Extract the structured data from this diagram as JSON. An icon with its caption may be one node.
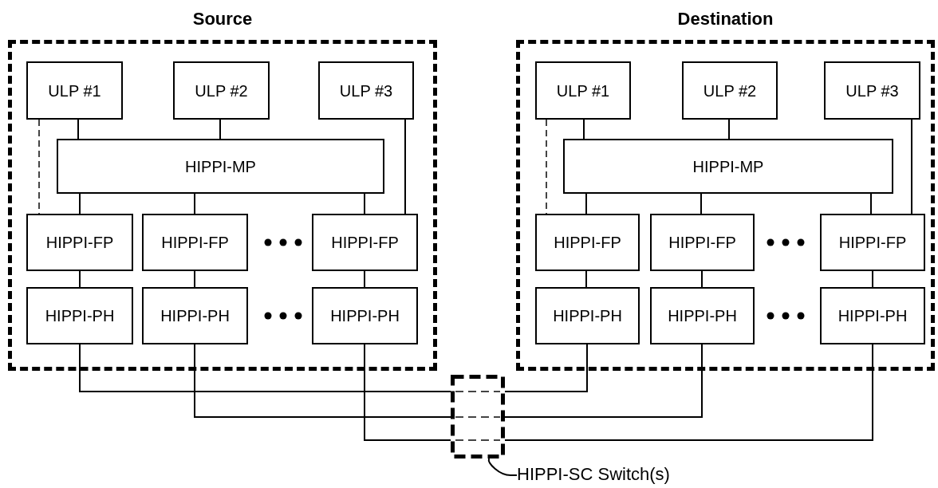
{
  "diagram": {
    "nodes": [
      {
        "text": [
          "Source"
        ]
      },
      {
        "text": [
          "ULP #1"
        ],
        "in": 0
      },
      {
        "text": [
          "ULP #2"
        ],
        "in": 0
      },
      {
        "text": [
          "ULP #3"
        ],
        "in": 0
      },
      {
        "text": [
          "HIPPI-MP"
        ],
        "in": 0
      },
      {
        "text": [
          "HIPPI-FP"
        ],
        "in": 0
      },
      {
        "text": [
          "HIPPI-FP"
        ],
        "in": 0
      },
      {
        "text": [
          "HIPPI-FP"
        ],
        "in": 0
      },
      {
        "text": [
          "HIPPI-PH"
        ],
        "in": 0
      },
      {
        "text": [
          "HIPPI-PH"
        ],
        "in": 0
      },
      {
        "text": [
          "HIPPI-PH"
        ],
        "in": 0
      },
      {
        "text": [
          "Destination"
        ]
      },
      {
        "text": [
          "ULP #1"
        ],
        "in": 11
      },
      {
        "text": [
          "ULP #2"
        ],
        "in": 11
      },
      {
        "text": [
          "ULP #3"
        ],
        "in": 11
      },
      {
        "text": [
          "HIPPI-MP"
        ],
        "in": 11
      },
      {
        "text": [
          "HIPPI-FP"
        ],
        "in": 11
      },
      {
        "text": [
          "HIPPI-FP"
        ],
        "in": 11
      },
      {
        "text": [
          "HIPPI-FP"
        ],
        "in": 11
      },
      {
        "text": [
          "HIPPI-PH"
        ],
        "in": 11
      },
      {
        "text": [
          "HIPPI-PH"
        ],
        "in": 11
      },
      {
        "text": [
          "HIPPI-PH"
        ],
        "in": 11
      },
      {
        "text": [],
        "shape": "box"
      },
      {
        "text": [
          "HIPPI-SC Switch(s)"
        ]
      }
    ],
    "edges": [
      {
        "from": 1,
        "to": 4,
        "arrow": "none"
      },
      {
        "from": 2,
        "to": 4,
        "arrow": "none"
      },
      {
        "from": 1,
        "to": 5,
        "arrow": "none",
        "style": "dashed",
        "color": "#444444"
      },
      {
        "from": 3,
        "to": 7,
        "arrow": "none"
      },
      {
        "from": 4,
        "to": 5,
        "arrow": "none"
      },
      {
        "from": 4,
        "to": 6,
        "arrow": "none"
      },
      {
        "from": 4,
        "to": 7,
        "arrow": "none"
      },
      {
        "from": 5,
        "to": 8,
        "arrow": "none"
      },
      {
        "from": 6,
        "to": 9,
        "arrow": "none"
      },
      {
        "from": 7,
        "to": 10,
        "arrow": "none"
      },
      {
        "from": 12,
        "to": 15,
        "arrow": "none"
      },
      {
        "from": 13,
        "to": 15,
        "arrow": "none"
      },
      {
        "from": 12,
        "to": 16,
        "arrow": "none",
        "style": "dashed",
        "color": "#444444"
      },
      {
        "from": 14,
        "to": 18,
        "arrow": "none"
      },
      {
        "from": 15,
        "to": 16,
        "arrow": "none"
      },
      {
        "from": 15,
        "to": 17,
        "arrow": "none"
      },
      {
        "from": 15,
        "to": 18,
        "arrow": "none"
      },
      {
        "from": 16,
        "to": 19,
        "arrow": "none"
      },
      {
        "from": 17,
        "to": 20,
        "arrow": "none"
      },
      {
        "from": 18,
        "to": 21,
        "arrow": "none"
      },
      {
        "from": 8,
        "to": 22,
        "arrow": "none"
      },
      {
        "from": 9,
        "to": 22,
        "arrow": "none"
      },
      {
        "from": 10,
        "to": 22,
        "arrow": "none"
      },
      {
        "from": 22,
        "to": 19,
        "arrow": "none"
      },
      {
        "from": 22,
        "to": 20,
        "arrow": "none"
      },
      {
        "from": 22,
        "to": 21,
        "arrow": "none"
      },
      {
        "from": 23,
        "to": 22,
        "arrow": "none"
      }
    ]
  }
}
